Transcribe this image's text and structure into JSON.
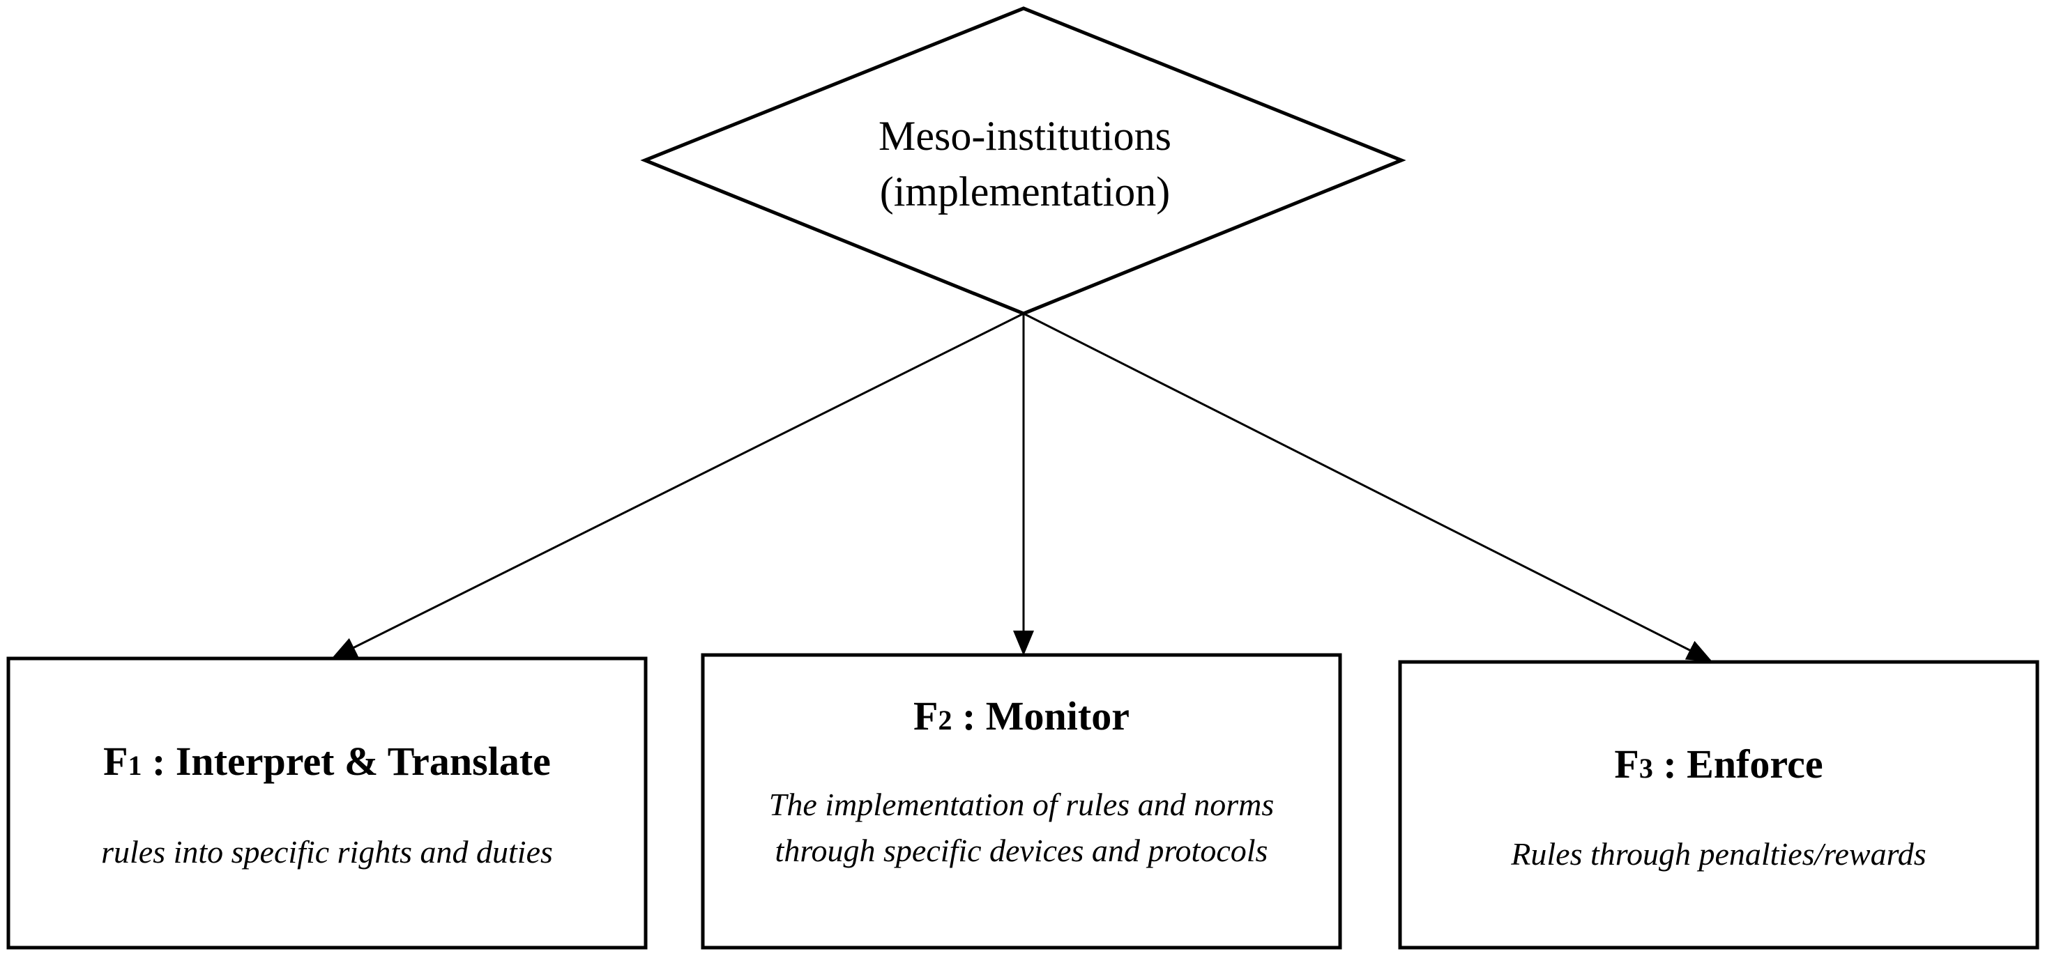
{
  "top_node": {
    "line1": "Meso-institutions",
    "line2": "(implementation)"
  },
  "functions": [
    {
      "label_prefix": "F",
      "label_subscript": "1",
      "label_title": " : Interpret & Translate",
      "description": "rules into specific rights and duties"
    },
    {
      "label_prefix": "F",
      "label_subscript": "2",
      "label_title": " : Monitor",
      "description": "The implementation of rules and norms through specific devices and protocols"
    },
    {
      "label_prefix": "F",
      "label_subscript": "3",
      "label_title": " : Enforce",
      "description": "Rules through penalties/rewards"
    }
  ],
  "colors": {
    "stroke": "#000000",
    "background": "#ffffff"
  }
}
